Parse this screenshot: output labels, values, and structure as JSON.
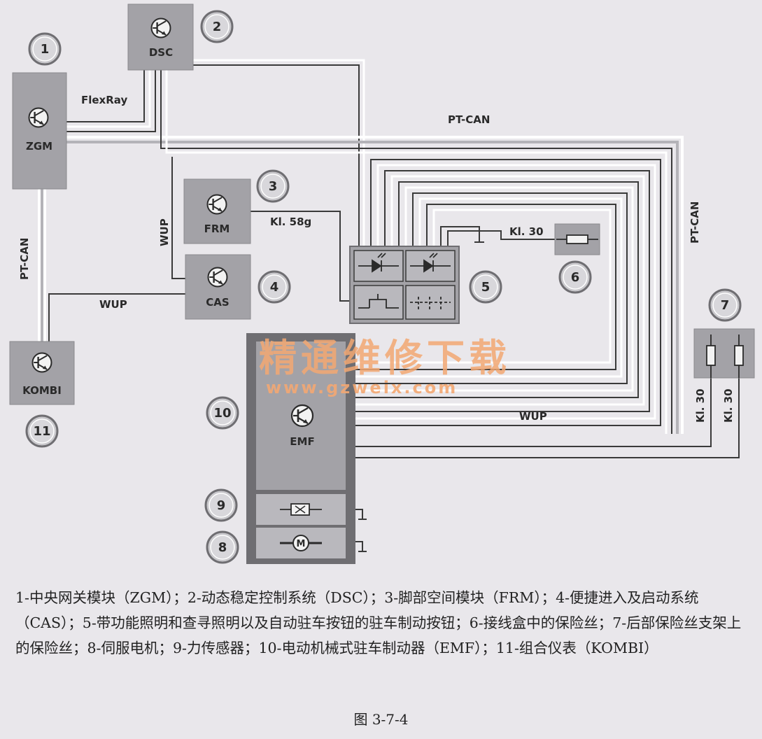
{
  "modules": {
    "zgm": "ZGM",
    "dsc": "DSC",
    "frm": "FRM",
    "cas": "CAS",
    "kombi": "KOMBI",
    "emf": "EMF"
  },
  "numbers": [
    "1",
    "2",
    "3",
    "4",
    "5",
    "6",
    "7",
    "8",
    "9",
    "10",
    "11"
  ],
  "wire_labels": {
    "flexray": "FlexRay",
    "pt_can_top": "PT-CAN",
    "pt_can_right": "PT-CAN",
    "pt_can_left": "PT-CAN",
    "wup_vertical": "WUP",
    "wup_cas": "WUP",
    "wup_bottom": "WUP",
    "kl58g": "Kl. 58g",
    "kl30_fuse": "Kl. 30",
    "kl30_a": "Kl. 30",
    "kl30_b": "Kl. 30"
  },
  "watermark": {
    "line1": "精通维修下载",
    "line2": "www.gzweix.com"
  },
  "caption": "1-中央网关模块（ZGM）；2-动态稳定控制系统（DSC）；3-脚部空间模块（FRM）；4-便捷进入及启动系统（CAS）；5-带功能照明和查寻照明以及自动驻车按钮的驻车制动按钮；6-接线盒中的保险丝；7-后部保险丝支架上的保险丝；8-伺服电机；9-力传感器；10-电动机械式驻车制动器（EMF）；11-组合仪表（KOMBI）",
  "figure_label": "图 3-7-4",
  "colors": {
    "module_fill": "#a3a2a7",
    "wire_white": "#ffffff",
    "wire_grey": "#b4b3b8",
    "wire_dark": "#3a3a3a",
    "number_fill": "#c9c8cc",
    "watermark": "#f3a873"
  }
}
